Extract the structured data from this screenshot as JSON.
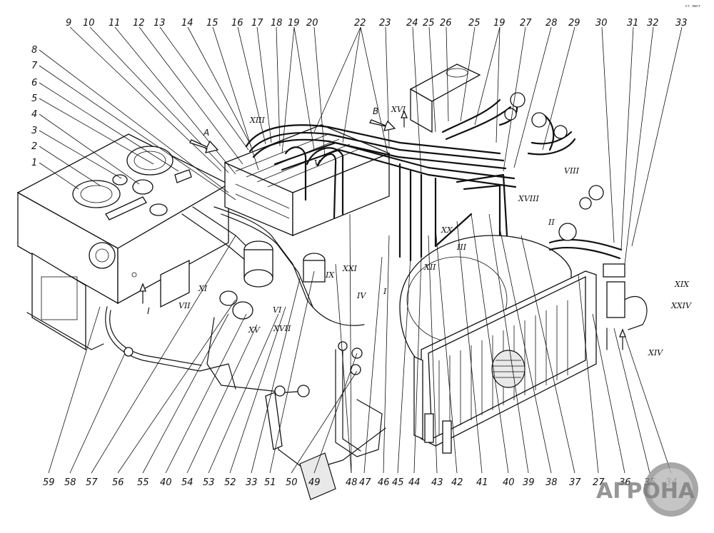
{
  "top_labels": [
    "9",
    "10",
    "11",
    "12",
    "13",
    "14",
    "15",
    "16",
    "17",
    "18",
    "19",
    "20",
    "22",
    "23",
    "24",
    "25",
    "26",
    "25",
    "19",
    "27",
    "28",
    "29",
    "30",
    "31",
    "32",
    "33"
  ],
  "left_labels": [
    "8",
    "7",
    "6",
    "5",
    "4",
    "3",
    "2",
    "1"
  ],
  "bottom_labels": [
    "59",
    "58",
    "57",
    "56",
    "55",
    "40",
    "54",
    "53",
    "52",
    "33",
    "51",
    "50",
    "49",
    "48",
    "47",
    "46",
    "45",
    "44",
    "43",
    "42",
    "41",
    "40",
    "39",
    "38",
    "37",
    "27",
    "36",
    "35",
    "34"
  ],
  "roman_labels": [
    "XIII",
    "XVI",
    "VIII",
    "XVIII",
    "II",
    "XIX",
    "XXIV",
    "XIV",
    "V",
    "VI",
    "XII",
    "III",
    "IX",
    "IV",
    "I",
    "XI",
    "VII",
    "XV",
    "XVII",
    "XX",
    "XXI"
  ],
  "direction_labels": [
    "A",
    "B",
    "I"
  ],
  "corner_text": "ст. лист",
  "watermark_text": "АГРОНА",
  "colors": {
    "ink": "#111111",
    "paper": "#ffffff",
    "watermark": "#7c7c7c"
  }
}
